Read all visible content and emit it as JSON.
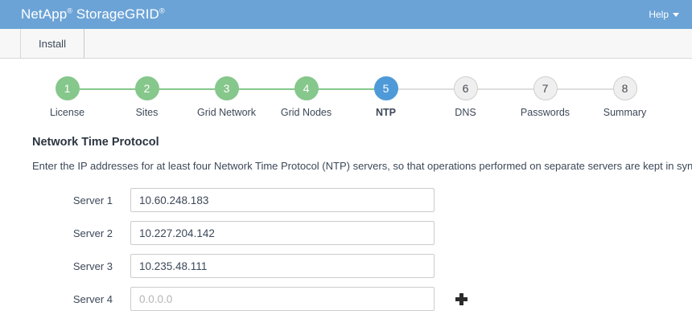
{
  "header": {
    "brand_name": "NetApp",
    "brand_product": "StorageGRID",
    "registered_mark": "®",
    "help_label": "Help",
    "background_color": "#6ba3d6"
  },
  "tabs": [
    {
      "label": "Install",
      "active": true
    }
  ],
  "stepper": {
    "active_color": "#4e9ad8",
    "done_color": "#86c78c",
    "todo_color": "#efefef",
    "steps": [
      {
        "number": "1",
        "label": "License",
        "state": "done"
      },
      {
        "number": "2",
        "label": "Sites",
        "state": "done"
      },
      {
        "number": "3",
        "label": "Grid Network",
        "state": "done"
      },
      {
        "number": "4",
        "label": "Grid Nodes",
        "state": "done"
      },
      {
        "number": "5",
        "label": "NTP",
        "state": "active"
      },
      {
        "number": "6",
        "label": "DNS",
        "state": "todo"
      },
      {
        "number": "7",
        "label": "Passwords",
        "state": "todo"
      },
      {
        "number": "8",
        "label": "Summary",
        "state": "todo"
      }
    ]
  },
  "main": {
    "section_title": "Network Time Protocol",
    "section_description": "Enter the IP addresses for at least four Network Time Protocol (NTP) servers, so that operations performed on separate servers are kept in sync.",
    "servers": [
      {
        "label": "Server 1",
        "value": "10.60.248.183",
        "placeholder": "0.0.0.0",
        "has_add_button": false
      },
      {
        "label": "Server 2",
        "value": "10.227.204.142",
        "placeholder": "0.0.0.0",
        "has_add_button": false
      },
      {
        "label": "Server 3",
        "value": "10.235.48.111",
        "placeholder": "0.0.0.0",
        "has_add_button": false
      },
      {
        "label": "Server 4",
        "value": "",
        "placeholder": "0.0.0.0",
        "has_add_button": true
      }
    ]
  }
}
